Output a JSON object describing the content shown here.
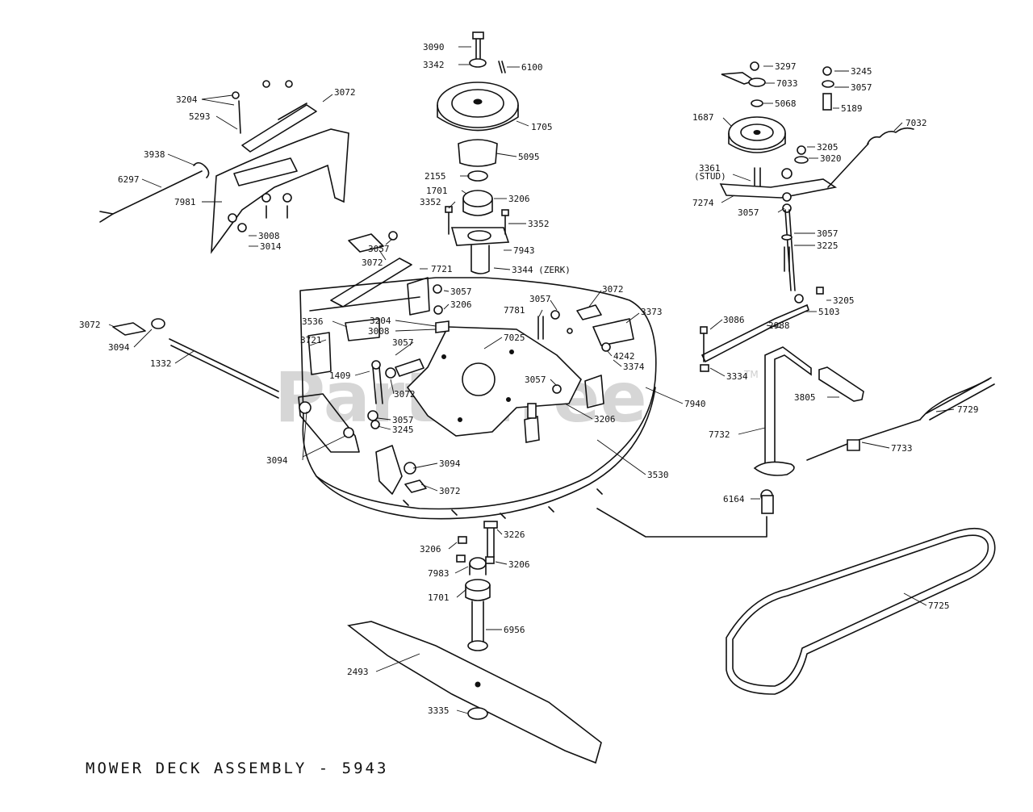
{
  "title": "MOWER DECK ASSEMBLY - 5943",
  "watermark": "PartsTree",
  "watermark_mark": "TM",
  "labels": [
    {
      "id": "l3090",
      "text": "3090"
    },
    {
      "id": "l3342",
      "text": "3342"
    },
    {
      "id": "l6100",
      "text": "6100"
    },
    {
      "id": "l1705",
      "text": "1705"
    },
    {
      "id": "l5095",
      "text": "5095"
    },
    {
      "id": "l2155",
      "text": "2155"
    },
    {
      "id": "l1701a",
      "text": "1701"
    },
    {
      "id": "l3206a",
      "text": "3206"
    },
    {
      "id": "l3352a",
      "text": "3352"
    },
    {
      "id": "l3352b",
      "text": "3352"
    },
    {
      "id": "l7943",
      "text": "7943"
    },
    {
      "id": "l3344",
      "text": "3344 (ZERK)"
    },
    {
      "id": "l3204a",
      "text": "3204"
    },
    {
      "id": "l3072a",
      "text": "3072"
    },
    {
      "id": "l5293",
      "text": "5293"
    },
    {
      "id": "l3938",
      "text": "3938"
    },
    {
      "id": "l6297",
      "text": "6297"
    },
    {
      "id": "l7981",
      "text": "7981"
    },
    {
      "id": "l3008a",
      "text": "3008"
    },
    {
      "id": "l3014",
      "text": "3014"
    },
    {
      "id": "l3297",
      "text": "3297"
    },
    {
      "id": "l7033",
      "text": "7033"
    },
    {
      "id": "l5068",
      "text": "5068"
    },
    {
      "id": "l3245a",
      "text": "3245"
    },
    {
      "id": "l3057a",
      "text": "3057"
    },
    {
      "id": "l5189",
      "text": "5189"
    },
    {
      "id": "l1687",
      "text": "1687"
    },
    {
      "id": "l7032",
      "text": "7032"
    },
    {
      "id": "l3205a",
      "text": "3205"
    },
    {
      "id": "l3020",
      "text": "3020"
    },
    {
      "id": "l3361",
      "text": "3361"
    },
    {
      "id": "l3361s",
      "text": "(STUD)"
    },
    {
      "id": "l7274",
      "text": "7274"
    },
    {
      "id": "l3057b",
      "text": "3057"
    },
    {
      "id": "l3057c",
      "text": "3057"
    },
    {
      "id": "l3225",
      "text": "3225"
    },
    {
      "id": "l3205b",
      "text": "3205"
    },
    {
      "id": "l5103",
      "text": "5103"
    },
    {
      "id": "l3086",
      "text": "3086"
    },
    {
      "id": "l2988",
      "text": "2988"
    },
    {
      "id": "l3334",
      "text": "3334"
    },
    {
      "id": "l3805",
      "text": "3805"
    },
    {
      "id": "l7729",
      "text": "7729"
    },
    {
      "id": "l7732",
      "text": "7732"
    },
    {
      "id": "l7733",
      "text": "7733"
    },
    {
      "id": "l6164",
      "text": "6164"
    },
    {
      "id": "l7725",
      "text": "7725"
    },
    {
      "id": "l3057d",
      "text": "3057"
    },
    {
      "id": "l3072b",
      "text": "3072"
    },
    {
      "id": "l7721",
      "text": "7721"
    },
    {
      "id": "l3057e",
      "text": "3057"
    },
    {
      "id": "l3206b",
      "text": "3206"
    },
    {
      "id": "l3536",
      "text": "3536"
    },
    {
      "id": "l3204b",
      "text": "3204"
    },
    {
      "id": "l3008b",
      "text": "3008"
    },
    {
      "id": "l3721",
      "text": "3721"
    },
    {
      "id": "l3072c",
      "text": "3072"
    },
    {
      "id": "l3094a",
      "text": "3094"
    },
    {
      "id": "l1332",
      "text": "1332"
    },
    {
      "id": "l1409",
      "text": "1409"
    },
    {
      "id": "l3057f",
      "text": "3057"
    },
    {
      "id": "l3072d",
      "text": "3072"
    },
    {
      "id": "l3057g",
      "text": "3057"
    },
    {
      "id": "l3245b",
      "text": "3245"
    },
    {
      "id": "l3094b",
      "text": "3094"
    },
    {
      "id": "l3094c",
      "text": "3094"
    },
    {
      "id": "l3072e",
      "text": "3072"
    },
    {
      "id": "l7025",
      "text": "7025"
    },
    {
      "id": "l7781",
      "text": "7781"
    },
    {
      "id": "l3057h",
      "text": "3057"
    },
    {
      "id": "l3072f",
      "text": "3072"
    },
    {
      "id": "l3373",
      "text": "3373"
    },
    {
      "id": "l4242",
      "text": "4242"
    },
    {
      "id": "l3374",
      "text": "3374"
    },
    {
      "id": "l3057i",
      "text": "3057"
    },
    {
      "id": "l3206c",
      "text": "3206"
    },
    {
      "id": "l7940",
      "text": "7940"
    },
    {
      "id": "l3530",
      "text": "3530"
    },
    {
      "id": "l3226",
      "text": "3226"
    },
    {
      "id": "l3206d",
      "text": "3206"
    },
    {
      "id": "l3206e",
      "text": "3206"
    },
    {
      "id": "l7983",
      "text": "7983"
    },
    {
      "id": "l1701b",
      "text": "1701"
    },
    {
      "id": "l6956",
      "text": "6956"
    },
    {
      "id": "l2493",
      "text": "2493"
    },
    {
      "id": "l3335",
      "text": "3335"
    }
  ]
}
